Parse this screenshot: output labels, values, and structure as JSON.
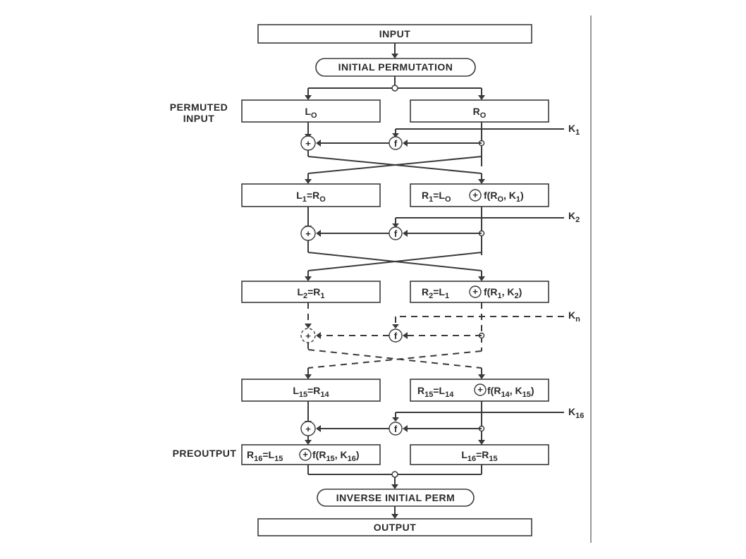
{
  "blocks": {
    "input": "INPUT",
    "initial_permutation": "INITIAL PERMUTATION",
    "inverse_initial_perm": "INVERSE INITIAL PERM",
    "output": "OUTPUT"
  },
  "side_labels": {
    "permuted_input_line1": "PERMUTED",
    "permuted_input_line2": "INPUT",
    "preoutput": "PREOUTPUT"
  },
  "rounds": {
    "l0": {
      "base": "L",
      "sub": "O",
      "rest": "",
      "rsub": ""
    },
    "r0": {
      "base": "R",
      "sub": "O",
      "rest": "",
      "rsub": ""
    },
    "l1": {
      "base": "L",
      "sub": "1",
      "rest": "=R",
      "rsub": "O"
    },
    "r1": {
      "pre": "R",
      "pre_sub": "1",
      "mid": "=L",
      "mid_sub": "O",
      "fn": "f(R",
      "fn_sub": "O",
      "tail": ", K",
      "tail_sub": "1",
      "end": ")"
    },
    "l2": {
      "base": "L",
      "sub": "2",
      "rest": "=R",
      "rsub": "1"
    },
    "r2": {
      "pre": "R",
      "pre_sub": "2",
      "mid": "=L",
      "mid_sub": "1",
      "fn": "f(R",
      "fn_sub": "1",
      "tail": ", K",
      "tail_sub": "2",
      "end": ")"
    },
    "l15": {
      "base": "L",
      "sub": "15",
      "rest": "=R",
      "rsub": "14"
    },
    "r15": {
      "pre": "R",
      "pre_sub": "15",
      "mid": "=L",
      "mid_sub": "14",
      "fn": "f(R",
      "fn_sub": "14",
      "tail": ", K",
      "tail_sub": "15",
      "end": ")"
    },
    "r16": {
      "pre": "R",
      "pre_sub": "16",
      "mid": "=L",
      "mid_sub": "15",
      "fn": "f(R",
      "fn_sub": "15",
      "tail": ", K",
      "tail_sub": "16",
      "end": ")"
    },
    "l16": {
      "base": "L",
      "sub": "16",
      "rest": "=R",
      "rsub": "15"
    }
  },
  "keys": {
    "k1": {
      "base": "K",
      "sub": "1"
    },
    "k2": {
      "base": "K",
      "sub": "2"
    },
    "kn": {
      "base": "K",
      "sub": "n"
    },
    "k16": {
      "base": "K",
      "sub": "16"
    }
  },
  "symbols": {
    "xor": "+",
    "f": "f"
  }
}
